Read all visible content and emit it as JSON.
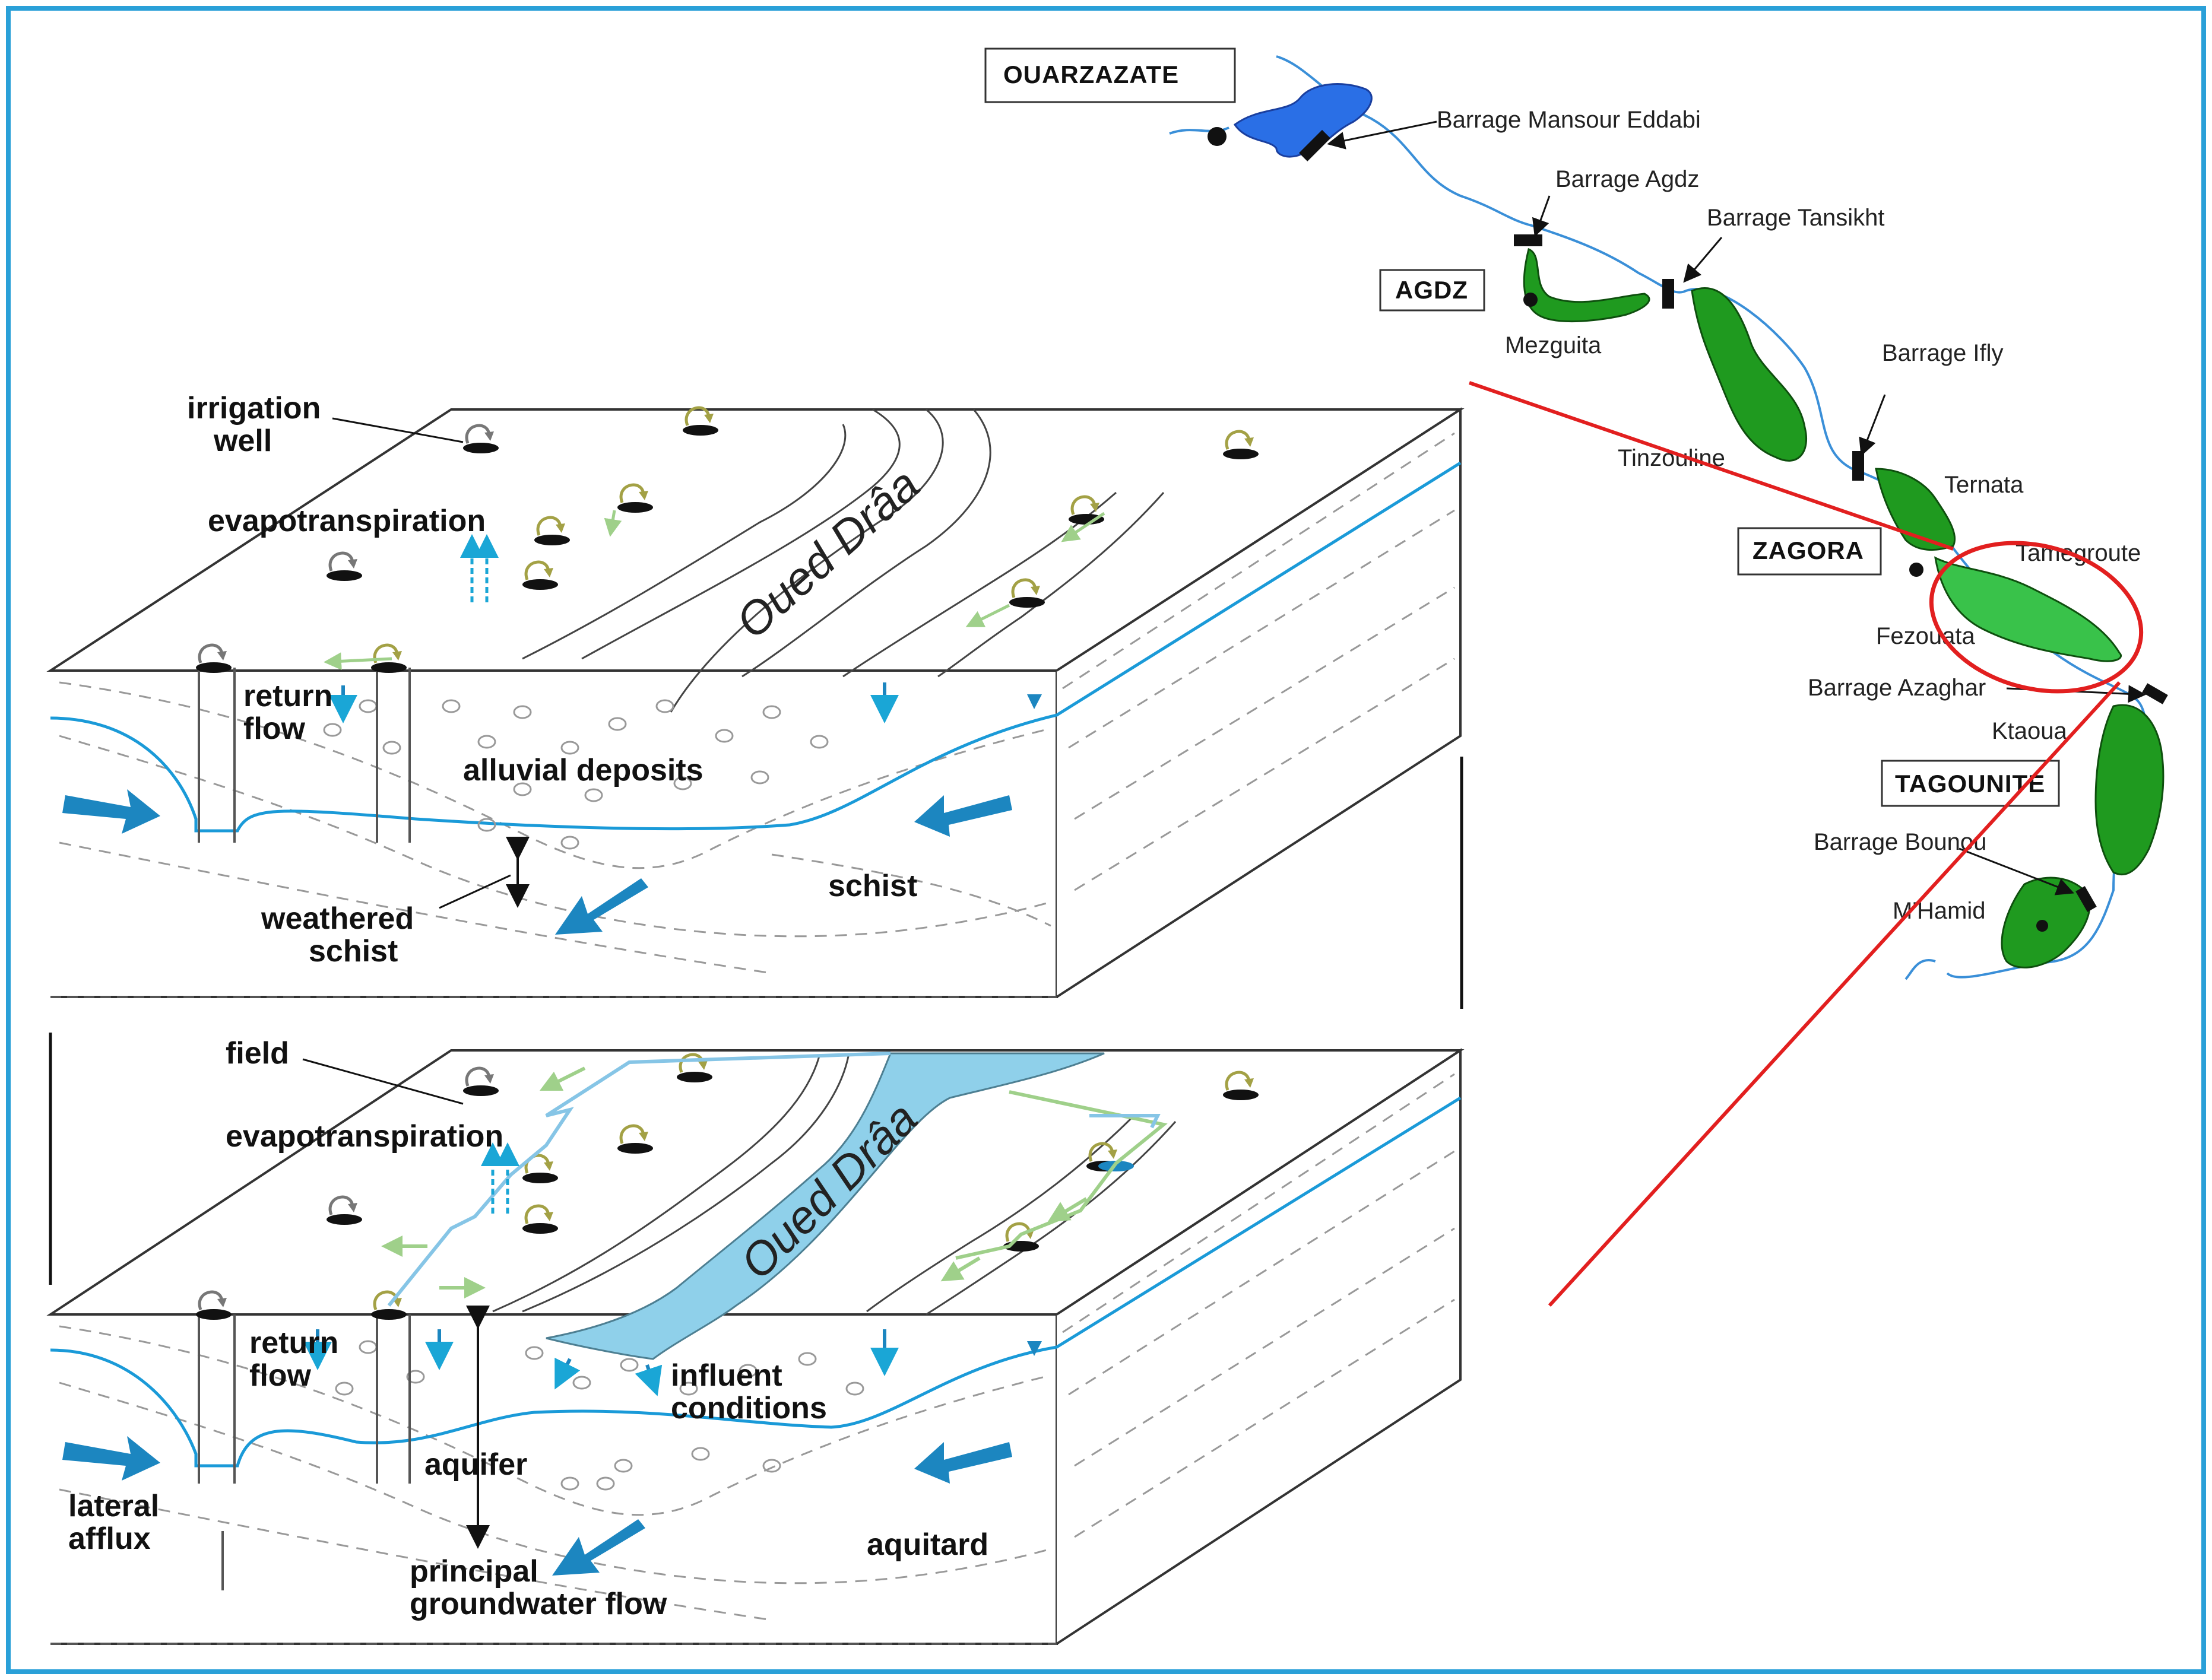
{
  "map": {
    "towns": [
      "OUARZAZATE",
      "AGDZ",
      "ZAGORA",
      "TAGOUNITE"
    ],
    "dams": [
      "Barrage Mansour Eddabi",
      "Barrage Agdz",
      "Barrage Tansikht",
      "Barrage Ifly",
      "Barrage Azaghar",
      "Barrage Bounou"
    ],
    "places": [
      "Mezguita",
      "Tinzouline",
      "Ternata",
      "Tamegroute",
      "Fezouata",
      "Ktaoua",
      "M'Hamid"
    ]
  },
  "upper_block": {
    "river": "Oued Drâa",
    "labels": [
      "irrigation well",
      "evapotranspiration",
      "return flow",
      "alluvial deposits",
      "weathered schist",
      "schist"
    ]
  },
  "lower_block": {
    "river": "Oued Drâa",
    "labels": [
      "field",
      "evapotranspiration",
      "return flow",
      "influent conditions",
      "aquifer",
      "lateral afflux",
      "principal groundwater flow",
      "aquitard"
    ]
  },
  "colors": {
    "frame": "#2aa0d8",
    "oasis_green": "#1f9a1f",
    "oasis_highlight": "#39c24a",
    "reservoir_blue": "#2a6fe6",
    "river_fill": "#8fd0ea",
    "water_table": "#1a9ad8",
    "flow_arrow": "#1c86c0",
    "pointer_red": "#e21f1f",
    "return_arrow": "#9a9a3a",
    "green_arrow": "#9fd08a"
  }
}
